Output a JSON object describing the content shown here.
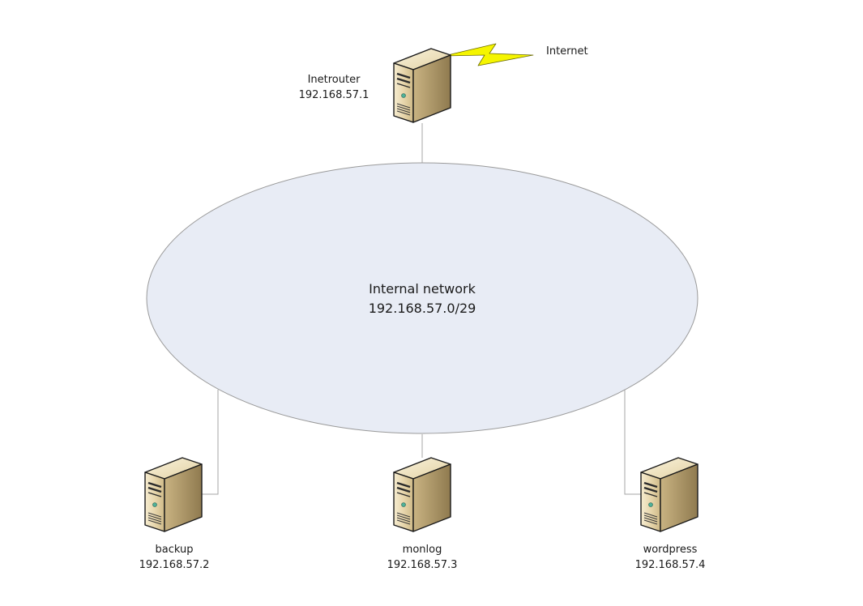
{
  "network": {
    "name": "Internal network",
    "subnet": "192.168.57.0/29",
    "fill_color": "#e8ecf5",
    "stroke_color": "#9a9a9a"
  },
  "internet": {
    "label": "Internet",
    "icon": "lightning-icon",
    "color": "#f5f500"
  },
  "nodes": [
    {
      "id": "inetrouter",
      "name": "Inetrouter",
      "ip": "192.168.57.1",
      "icon": "server-icon"
    },
    {
      "id": "backup",
      "name": "backup",
      "ip": "192.168.57.2",
      "icon": "server-icon"
    },
    {
      "id": "monlog",
      "name": "monlog",
      "ip": "192.168.57.3",
      "icon": "server-icon"
    },
    {
      "id": "wordpress",
      "name": "wordpress",
      "ip": "192.168.57.4",
      "icon": "server-icon"
    }
  ]
}
